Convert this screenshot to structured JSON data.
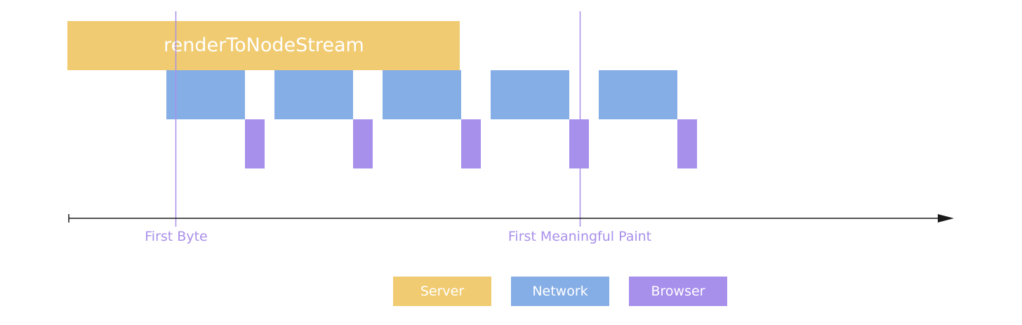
{
  "colors": {
    "server": "#f0cb71",
    "network": "#86aee6",
    "browser": "#a78fec",
    "marker": "#a990ea",
    "axis": "#1a1a1a"
  },
  "server_bar": {
    "label": "renderToNodeStream"
  },
  "markers": [
    {
      "label": "First Byte"
    },
    {
      "label": "First Meaningful Paint"
    }
  ],
  "legend": [
    {
      "key": "server",
      "label": "Server"
    },
    {
      "key": "network",
      "label": "Network"
    },
    {
      "key": "browser",
      "label": "Browser"
    }
  ]
}
